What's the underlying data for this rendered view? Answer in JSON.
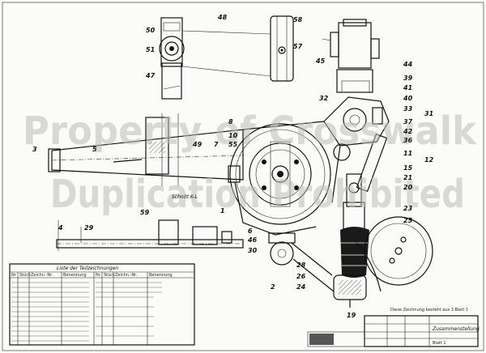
{
  "watermark": {
    "line1": "Property of Crosswalk",
    "line2": "Duplication Prohibited"
  },
  "part_numbers": [
    "50",
    "48",
    "58",
    "51",
    "57",
    "45",
    "47",
    "44",
    "39",
    "41",
    "40",
    "32",
    "33",
    "31",
    "37",
    "8",
    "10",
    "55",
    "42",
    "36",
    "3",
    "5",
    "49",
    "7",
    "11",
    "12",
    "15",
    "21",
    "20",
    "1",
    "23",
    "25",
    "59",
    "6",
    "46",
    "30",
    "26",
    "2",
    "24",
    "19",
    "28",
    "4",
    "29"
  ],
  "section_label": "Schnitt K-L",
  "parts_list": {
    "title": "Liste der Teilzeichnungen",
    "headers": [
      "Nr",
      "Stück",
      "Zeichn.-Nr.",
      "Benennung",
      "Nr",
      "Stück",
      "Zeichn.-Nr.",
      "Benennung"
    ]
  },
  "note": "Diese Zeichnung besteht aus 3 Blatt 1",
  "title_block": {
    "drawing_title": "Zusammenstellung",
    "sheet": "Blatt 1"
  }
}
